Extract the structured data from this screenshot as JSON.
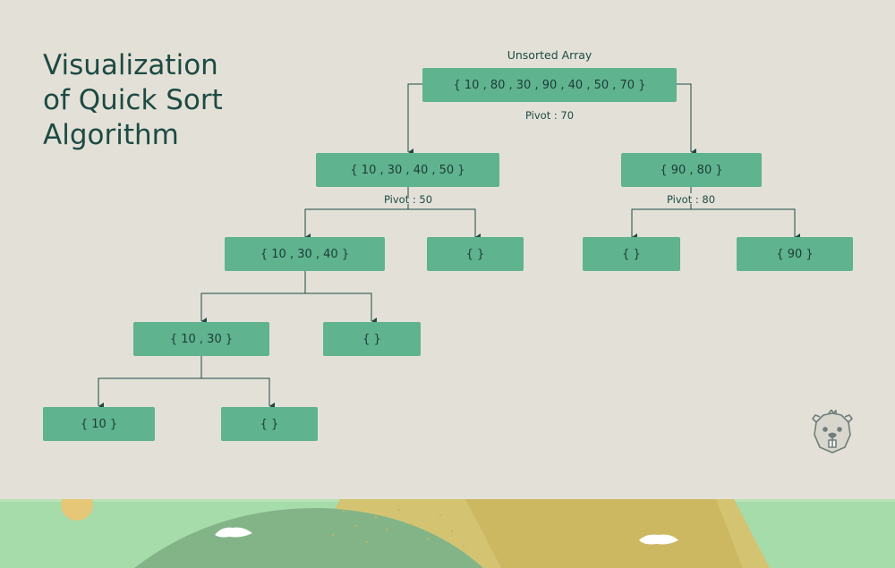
{
  "title": {
    "lines": [
      "Visualization",
      "of Quick Sort",
      "Algorithm"
    ]
  },
  "header_label": "Unsorted Array",
  "nodes": {
    "root": "{ 10 , 80 , 30 , 90 , 40 , 50 , 70 }",
    "l1_left": "{ 10 , 30 , 40 , 50 }",
    "l1_right": "{ 90 , 80 }",
    "l2_a": "{ 10 , 30 , 40 }",
    "l2_b": "{ }",
    "l2_c": "{ }",
    "l2_d": "{ 90 }",
    "l3_a": "{ 10 , 30 }",
    "l3_b": "{ }",
    "l4_a": "{ 10 }",
    "l4_b": "{ }"
  },
  "pivots": {
    "root": "Pivot : 70",
    "l1_left": "Pivot : 50",
    "l1_right": "Pivot : 80"
  },
  "colors": {
    "background": "#e3e1d7",
    "node_fill": "#5fb38e",
    "text": "#1d4a44",
    "line": "#1d4a44"
  },
  "logo_icon": "beaver-head-icon"
}
